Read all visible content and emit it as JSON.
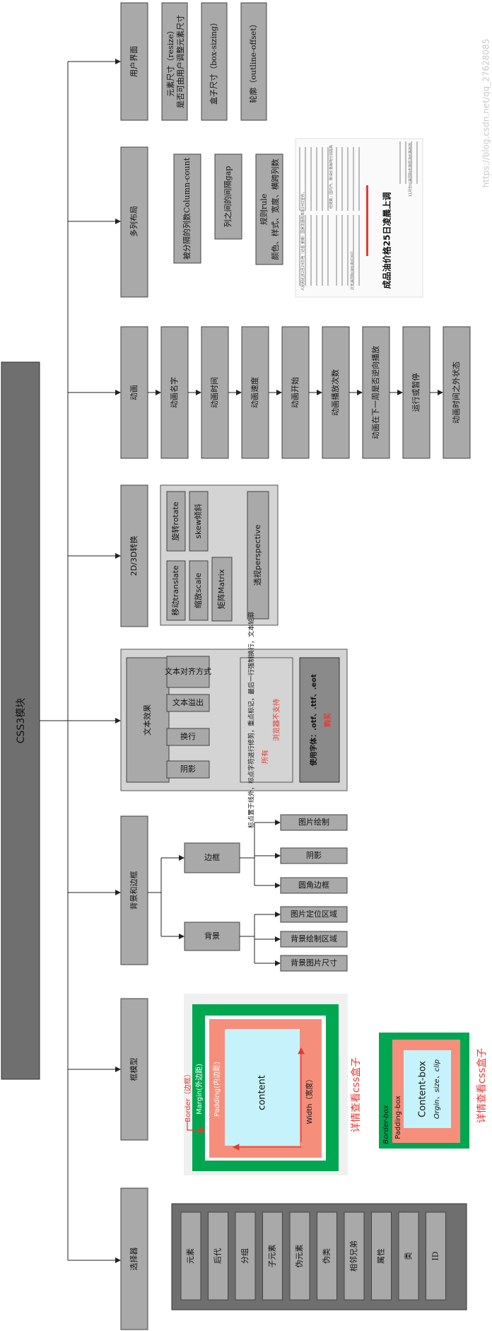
{
  "root": "CSS3模块",
  "branches": {
    "user_interface": {
      "title": "用户界面",
      "items": [
        [
          "元素尺寸（resize）",
          "是否可由用户调整元素尺寸"
        ],
        [
          "盒子尺寸（box-sizing）"
        ],
        [
          "轮廓（outline-offset）"
        ]
      ]
    },
    "multi_column": {
      "title": "多列布局",
      "items": [
        [
          "被分隔的列数Column-count"
        ],
        [
          "列之间的间隔gap"
        ],
        [
          "规则rule",
          "颜色、样式、宽度、横跨列数"
        ]
      ],
      "newspaper": {
        "headline": "成品油价格25日凌晨上调",
        "texts": [
          "人民网北京2月24日电（记者 姜琳）国家发展改革委24日宣布，",
          "11月份以来国际市场原油价格有所",
          "经测算，国内汽、柴油价格每吨分别提高",
          "近年来国际油价高位运行，"
        ]
      }
    },
    "animation": {
      "title": "动画",
      "items": [
        "动画名字",
        "动画时间",
        "动画速度",
        "动画开始",
        "动画播放次数",
        "动画在下一周是否逆向播放",
        "运行或暂停",
        "动画时间之外状态"
      ]
    },
    "transform": {
      "title": "2D/3D转换",
      "items": [
        "移动translate",
        "旋转rotate",
        "缩放scale",
        "skew倾斜",
        "矩阵Matrix",
        "透视perspective"
      ]
    },
    "text_effects": {
      "title": "文本效果",
      "items": [
        "阴影",
        "换行",
        "文本溢出",
        "文本对齐方式"
      ],
      "note_black": "标点置于线外，标点字符进行修剪，重点标记，最后一行强制换行，文本轮廓",
      "note_red_1": "所有",
      "note_red_2": "浏览器不支持",
      "font_black": "使用字体：.otf、.ttf、.eot",
      "font_red": "购买"
    },
    "background_border": {
      "title": "背景和边框",
      "background": {
        "title": "背景",
        "items": [
          "图片定位区域",
          "背景绘制区域",
          "背景图片尺寸"
        ]
      },
      "border": {
        "title": "边框",
        "items": [
          "图片绘制",
          "阴影",
          "圆角边框"
        ]
      }
    },
    "box_model": {
      "title": "框模型",
      "diagram1": {
        "border": "Border（边框）",
        "margin": "Margin(外边距)",
        "padding": "Padding(内边距)",
        "content": "content",
        "width": "Width（宽度）"
      },
      "link": "详情查看css盒子",
      "diagram2": {
        "border": "Border-box",
        "padding": "Padding-box",
        "content": "Content-box",
        "sub": "Orgin、size、clip"
      }
    },
    "selectors": {
      "title": "选择器",
      "items": [
        "元素",
        "后代",
        "分组",
        "子元素",
        "伪元素",
        "伪类",
        "相邻兄弟",
        "属性",
        "类",
        "ID"
      ]
    }
  },
  "watermark": "https://blog.csdn.net/qq_27628085",
  "colors": {
    "node": "#a9a9a9",
    "dark_node": "#7b7b7b",
    "green": "#00a650",
    "salmon": "#f58f7c",
    "cyan": "#c6f3fb",
    "red": "#e53935"
  }
}
